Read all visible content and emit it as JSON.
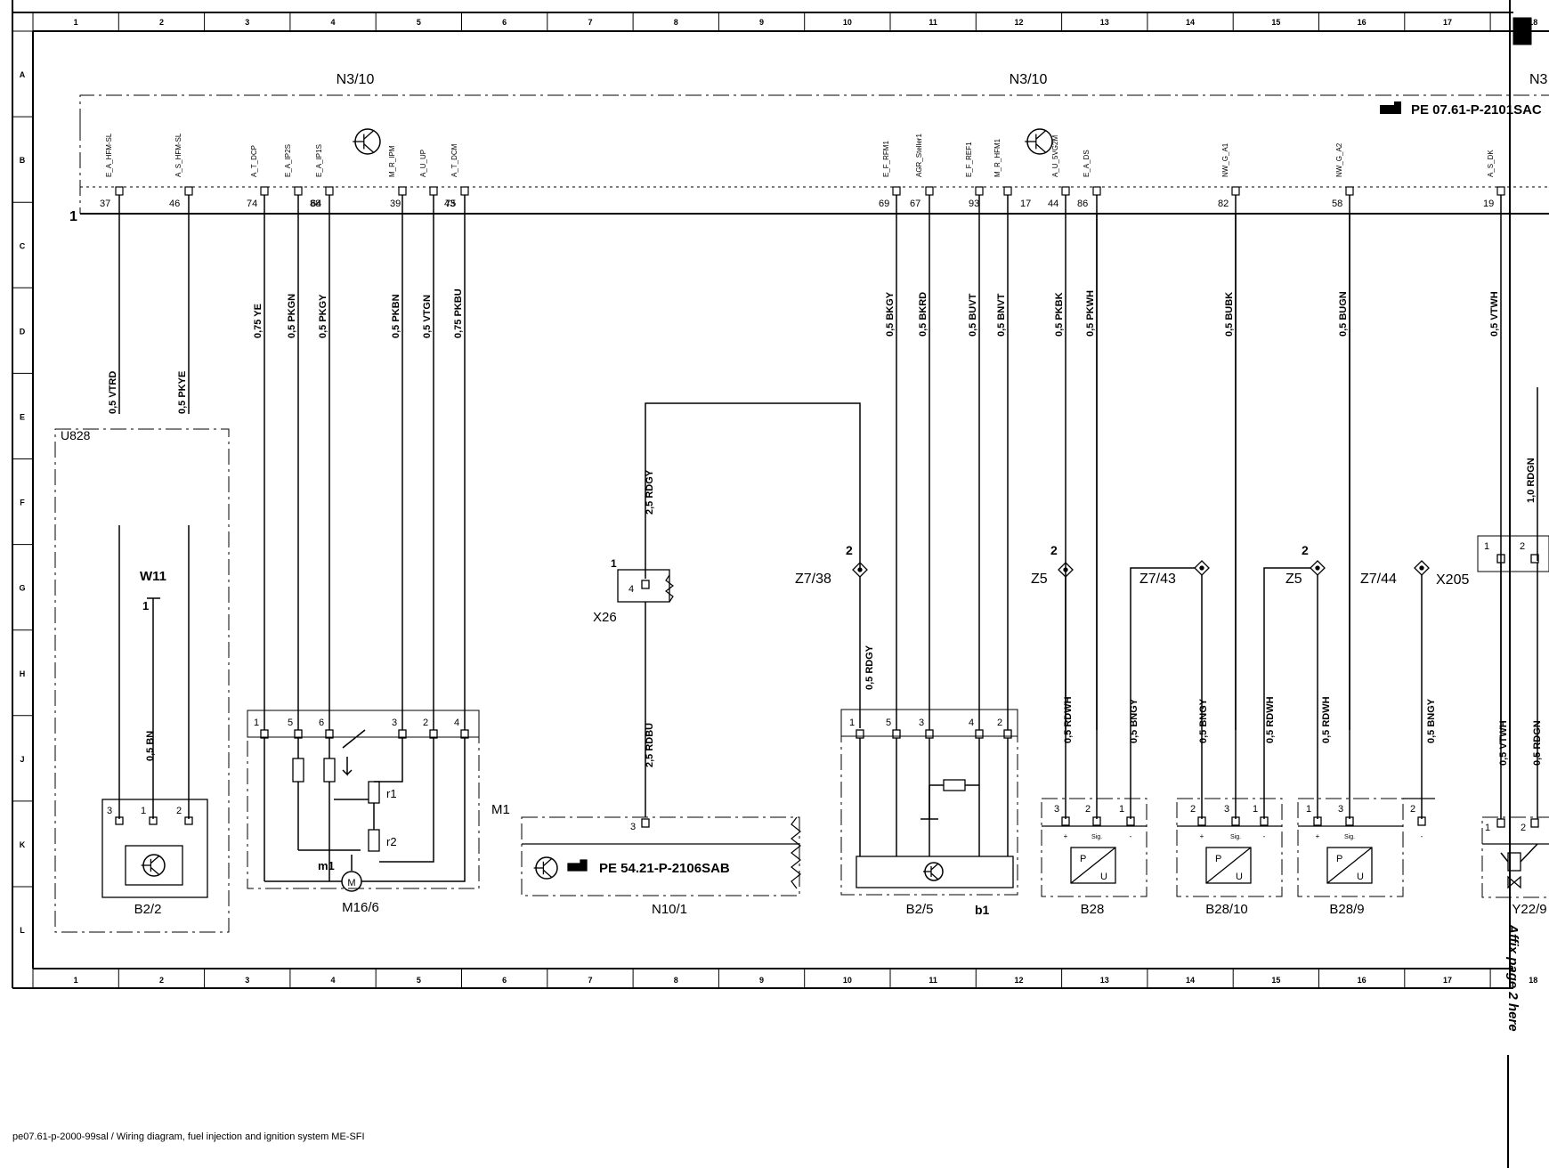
{
  "grid": {
    "columns": [
      "1",
      "2",
      "3",
      "4",
      "5",
      "6",
      "7",
      "8",
      "9",
      "10",
      "11",
      "12",
      "13",
      "14",
      "15",
      "16",
      "17",
      "18"
    ],
    "rows": [
      "A",
      "B",
      "C",
      "D",
      "E",
      "F",
      "G",
      "H",
      "J",
      "K",
      "L"
    ]
  },
  "module_label": "N3/10",
  "module_label_right": "N3",
  "connector_marker": "1",
  "reference_top": "PE 07.61-P-2101SAC",
  "reference_n10": "PE 54.21-P-2106SAB",
  "pins": [
    {
      "name": "E_A_HFM-SL",
      "num": "37"
    },
    {
      "name": "A_S_HFM-SL",
      "num": "46"
    },
    {
      "name": "A_T_DCP",
      "num": "74"
    },
    {
      "name": "E_A_IP2S",
      "num": "64"
    },
    {
      "name": "E_A_IP1S",
      "num": "88"
    },
    {
      "name": "M_R_IPM",
      "num": "39"
    },
    {
      "name": "A_U_UP",
      "num": "43"
    },
    {
      "name": "A_T_DCM",
      "num": "75"
    },
    {
      "name": "E_F_RFM1",
      "num": "69"
    },
    {
      "name": "AGR_Steller1",
      "num": "67"
    },
    {
      "name": "E_F_REF1",
      "num": "93"
    },
    {
      "name": "M_R_HFM1",
      "num": "17"
    },
    {
      "name": "A_U_5VG2M",
      "num": "44"
    },
    {
      "name": "E_A_DS",
      "num": "86"
    },
    {
      "name": "NW_G_A1",
      "num": "82"
    },
    {
      "name": "NW_G_A2",
      "num": "58"
    },
    {
      "name": "A_S_DK",
      "num": "19"
    }
  ],
  "wires_top": [
    "0,5 VTRD",
    "0,5 PKYE",
    "0,75 YE",
    "0,5 PKGN",
    "0,5 PKGY",
    "0,5 PKBN",
    "0,5 VTGN",
    "0,75 PKBU",
    "0,5 BKGY",
    "0,5 BKRD",
    "0,5 BUVT",
    "0,5 BNVT",
    "0,5 PKBK",
    "0,5 PKWH",
    "0,5 BUBK",
    "0,5 BUGN",
    "0,5 VTWH",
    "1,0 RDGN"
  ],
  "wires_lower": [
    "0,5 BN",
    "2,5 RDGY",
    "2,5 RDBU",
    "0,5 RDGY",
    "0,5 RDWH",
    "0,5 BNGY",
    "0,5 BNGY",
    "0,5 RDWH",
    "0,5 RDWH",
    "0,5 BNGY",
    "0,5 VTWH",
    "0,5 RDGN"
  ],
  "components": {
    "u828": "U828",
    "w11": "W11",
    "b2_2": "B2/2",
    "m16_6": "M16/6",
    "m1": "M1",
    "m1_small": "m1",
    "r1": "r1",
    "r2": "r2",
    "n10_1": "N10/1",
    "x26": "X26",
    "z7_38": "Z7/38",
    "b2_5": "B2/5",
    "b1": "b1",
    "z5_a": "Z5",
    "z7_43": "Z7/43",
    "z5_b": "Z5",
    "z7_44": "Z7/44",
    "x205": "X205",
    "b28": "B28",
    "b28_10": "B28/10",
    "b28_9": "B28/9",
    "y22_9": "Y22/9"
  },
  "connector_pins": {
    "b2_2": [
      "3",
      "1",
      "2"
    ],
    "m16_6": [
      "1",
      "5",
      "6",
      "3",
      "2",
      "4"
    ],
    "x26": [
      "1",
      "4"
    ],
    "n10_1": [
      "3"
    ],
    "b2_5": [
      "1",
      "5",
      "3",
      "4",
      "2"
    ],
    "b28": [
      "3",
      "2",
      "1"
    ],
    "b28_10": [
      "2",
      "3",
      "1"
    ],
    "b28_9": [
      "1",
      "3",
      "2"
    ],
    "y22_9_top": [
      "1",
      "2"
    ],
    "y22_9": [
      "1",
      "2"
    ],
    "w11": [
      "1"
    ],
    "splice_z7_38": "2",
    "splice_z5_a": "2",
    "splice_z5_b": "2"
  },
  "sensor_signs": {
    "plus": "+",
    "minus": "-",
    "sig": "Sig.",
    "p": "P",
    "u": "U"
  },
  "footer_text": "pe07.61-p-2000-99sal / Wiring diagram, fuel injection and ignition system ME-SFI",
  "side_note": "Affix page 2 here",
  "page_tab": "18"
}
